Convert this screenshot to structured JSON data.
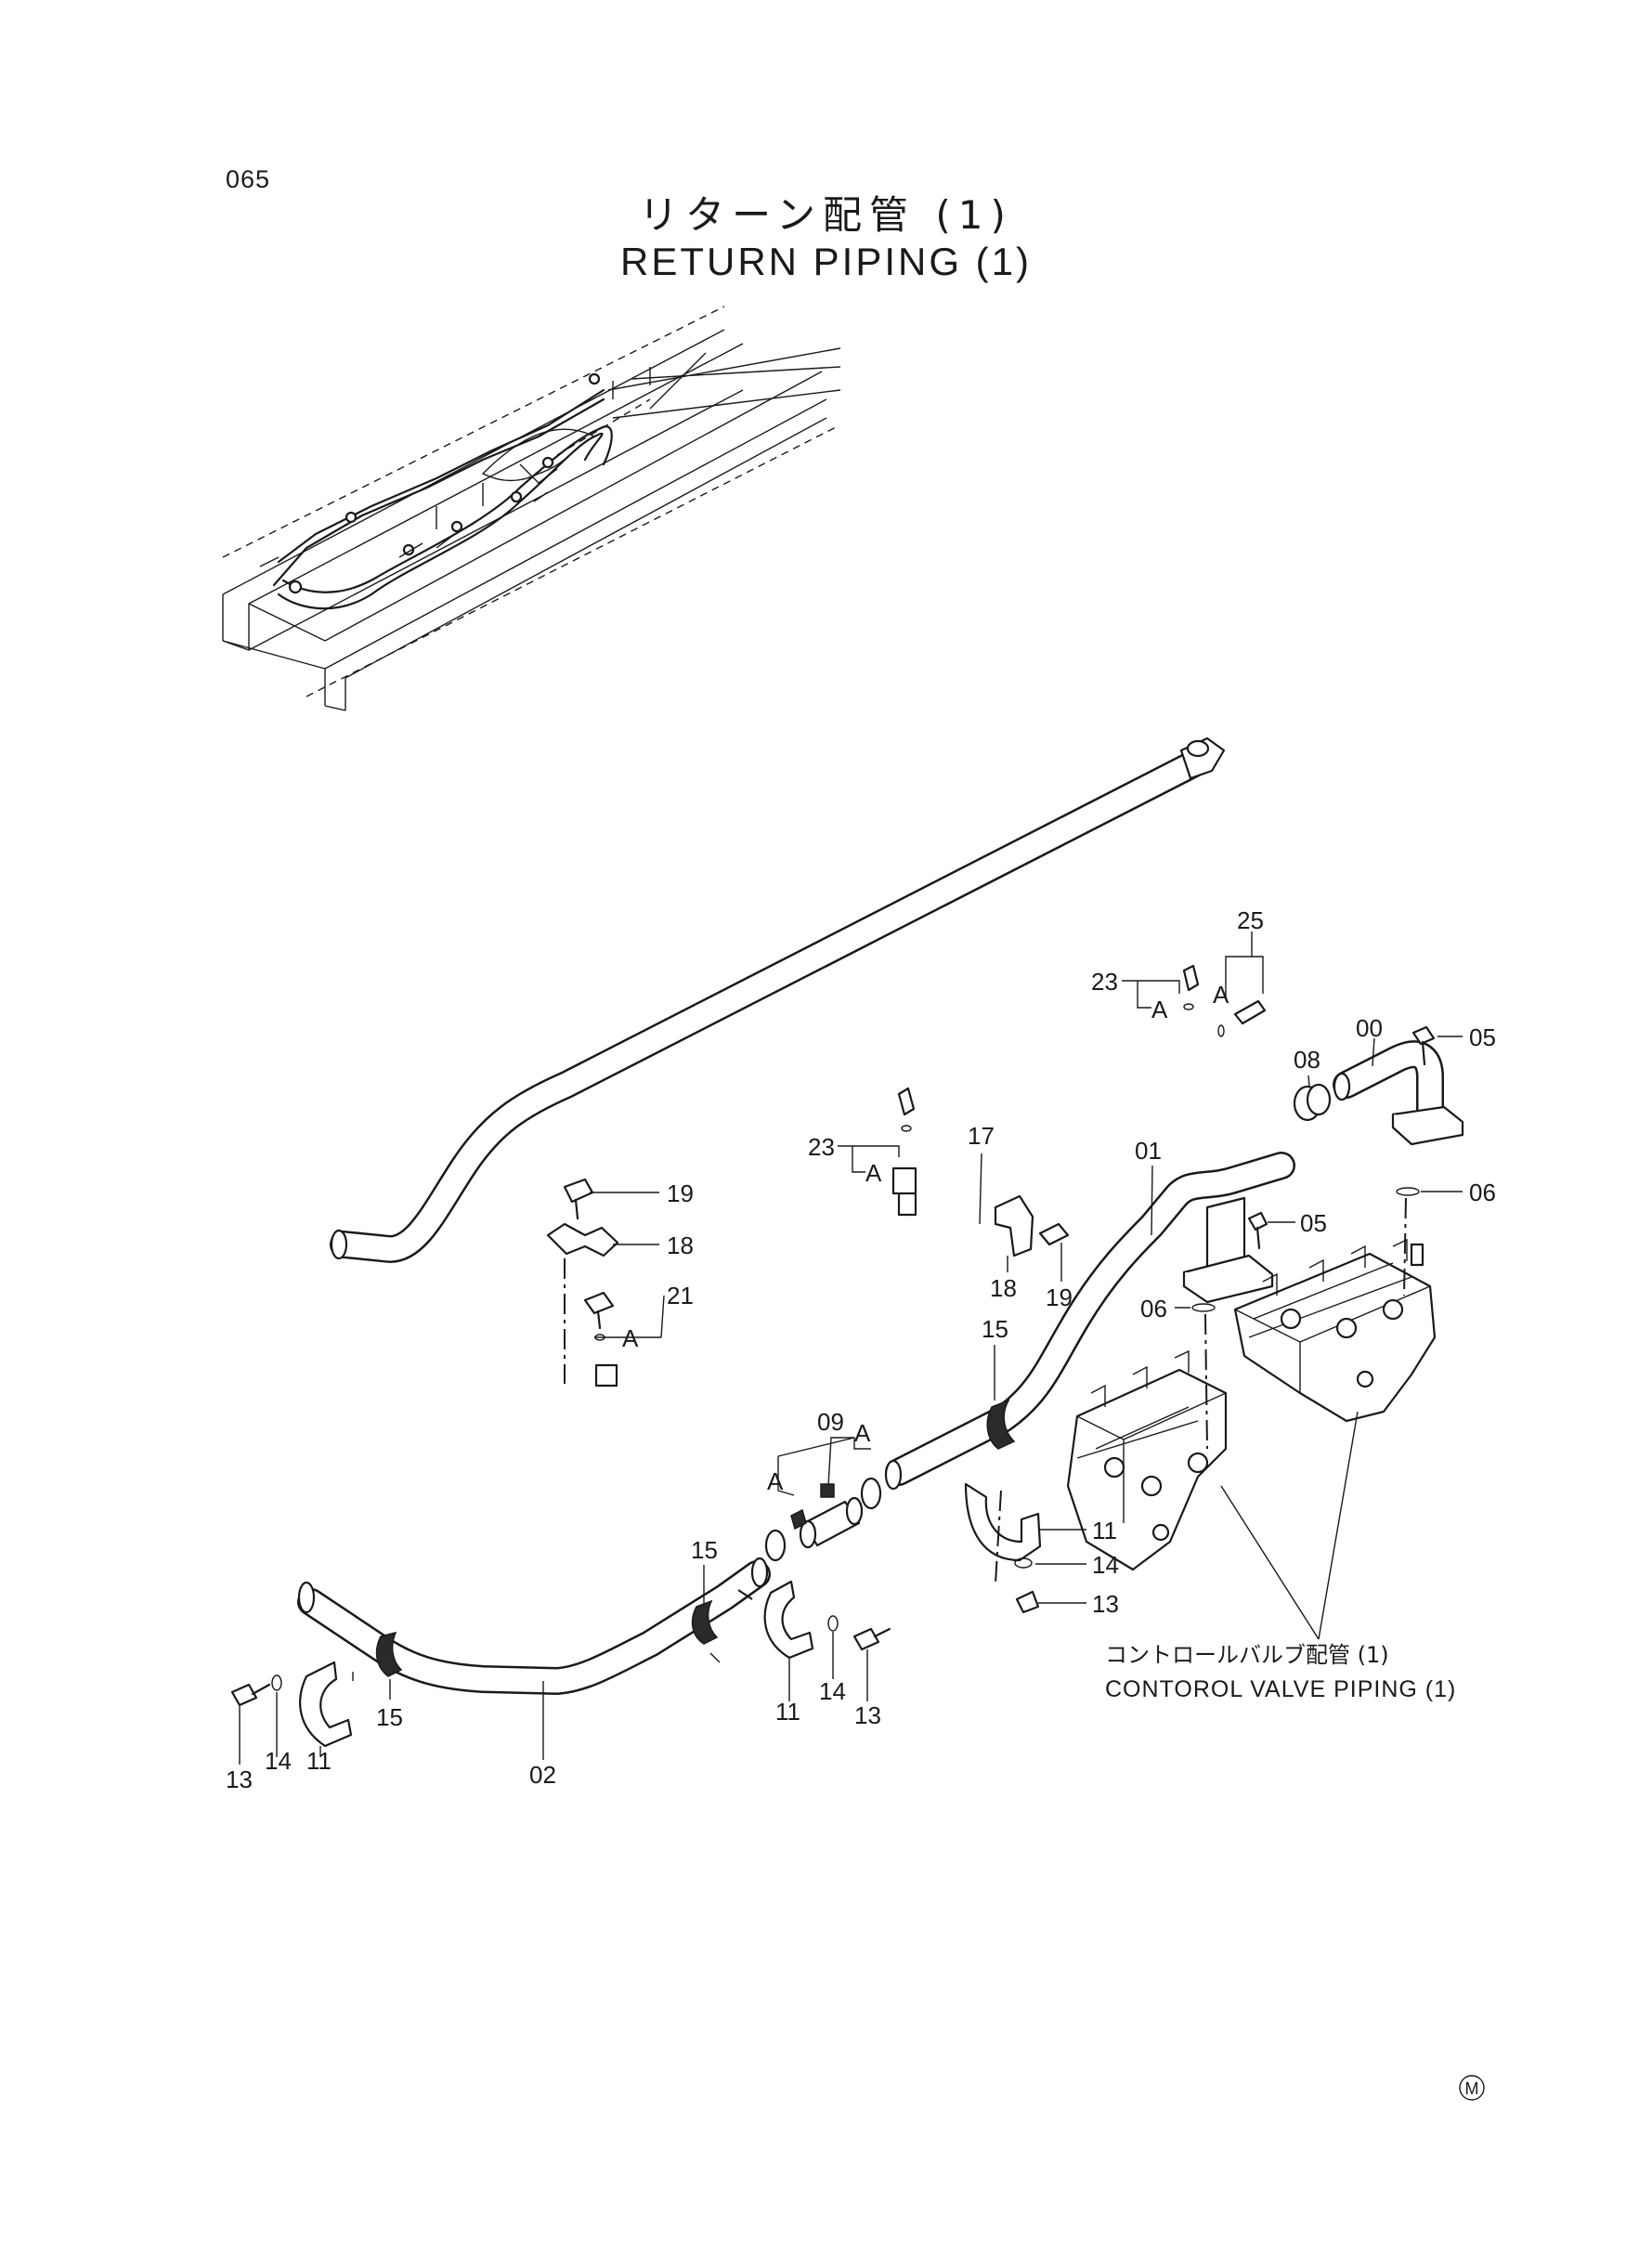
{
  "page_number": "065",
  "title_jp": "リターン配管 (1)",
  "title_en": "RETURN PIPING (1)",
  "callouts": {
    "c00": "00",
    "c01": "01",
    "c02": "02",
    "c05a": "05",
    "c05b": "05",
    "c06a": "06",
    "c06b": "06",
    "c08": "08",
    "c09": "09",
    "c11a": "11",
    "c11b": "11",
    "c11c": "11",
    "c13a": "13",
    "c13b": "13",
    "c13c": "13",
    "c14a": "14",
    "c14b": "14",
    "c14c": "14",
    "c15a": "15",
    "c15b": "15",
    "c15c": "15",
    "c17": "17",
    "c18a": "18",
    "c18b": "18",
    "c19a": "19",
    "c19b": "19",
    "c21": "21",
    "c23a": "23",
    "c23b": "23",
    "c25": "25"
  },
  "marks": {
    "a1": "A",
    "a2": "A",
    "a3": "A",
    "a4": "A",
    "a5": "A",
    "a6": "A"
  },
  "note": {
    "jp": "コントロールバルブ配管 (1)",
    "en": "CONTOROL VALVE PIPING (1)"
  },
  "corner_mark": "M"
}
